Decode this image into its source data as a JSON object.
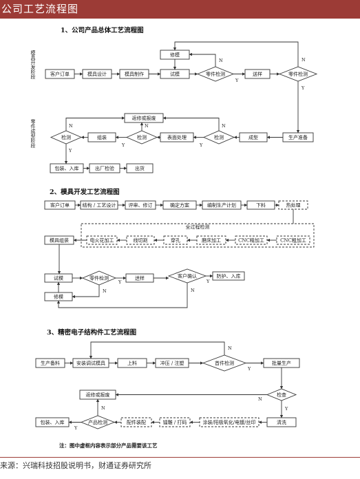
{
  "banner": {
    "title": "公司工艺流程图"
  },
  "section1": {
    "title": "1、公司产品总体工艺流程图",
    "stage_mold": "模具开发阶段",
    "stage_parts": "零件成型阶段",
    "customer_order": "客户订单",
    "mold_design": "模具设计",
    "mold_making": "模具制作",
    "trial_mold": "试模",
    "repair_mold": "修模",
    "part_check": "零件检测",
    "send_sample": "送样",
    "part_check2": "零件检测",
    "return_scrap": "返修或报废",
    "production_prep": "生产准备",
    "forming": "成型",
    "inspect": "检测",
    "surface": "表面处理",
    "inspect2": "检测",
    "assembly": "组装",
    "inspect3": "检测",
    "pack": "包装、入库",
    "outgoing": "出厂检验",
    "ship": "出货"
  },
  "section2": {
    "title": "2、模具开发工艺流程图",
    "customer_order": "客户订单",
    "structure_design": "结构 / 工艺设计",
    "review": "评审、修订",
    "scheme": "确定方案",
    "plan": "编制生产计划",
    "blank": "下料",
    "heat": "热处理",
    "full_check": "全过程检测",
    "edm": "电火花加工",
    "wire": "线切割",
    "drill": "穿孔",
    "grind": "磨床加工",
    "cnc_fine": "CNC精加工",
    "cnc_rough": "CNC粗加工",
    "mold_assembly": "模具组装",
    "trial_mold": "试模",
    "part_check": "零件检测",
    "send_sample": "送样",
    "customer_confirm": "客户确认",
    "protect": "防护、入库",
    "repair_mold": "修模"
  },
  "section3": {
    "title": "3、精密电子结构件工艺流程图",
    "prep_material": "生产备料",
    "install_mold": "安装调试模具",
    "loading": "上料",
    "stamping": "冲压 / 注塑",
    "first_check": "首件检测",
    "mass_prod": "批量生产",
    "return_scrap": "返修或报废",
    "inspection": "检查",
    "cleaning": "清洗",
    "coating": "涂装/阳极氧化/电镀/丝印",
    "engrave": "镭雕 / 打码",
    "parts_assembly": "配件装配",
    "product_check": "产品检测",
    "pack": "包装、入库"
  },
  "labels": {
    "y": "Y",
    "n": "N"
  },
  "note": "注：图中虚框内容表示部分产品需要该工艺",
  "footer": "来源：兴瑞科技招股说明书，财通证券研究所"
}
